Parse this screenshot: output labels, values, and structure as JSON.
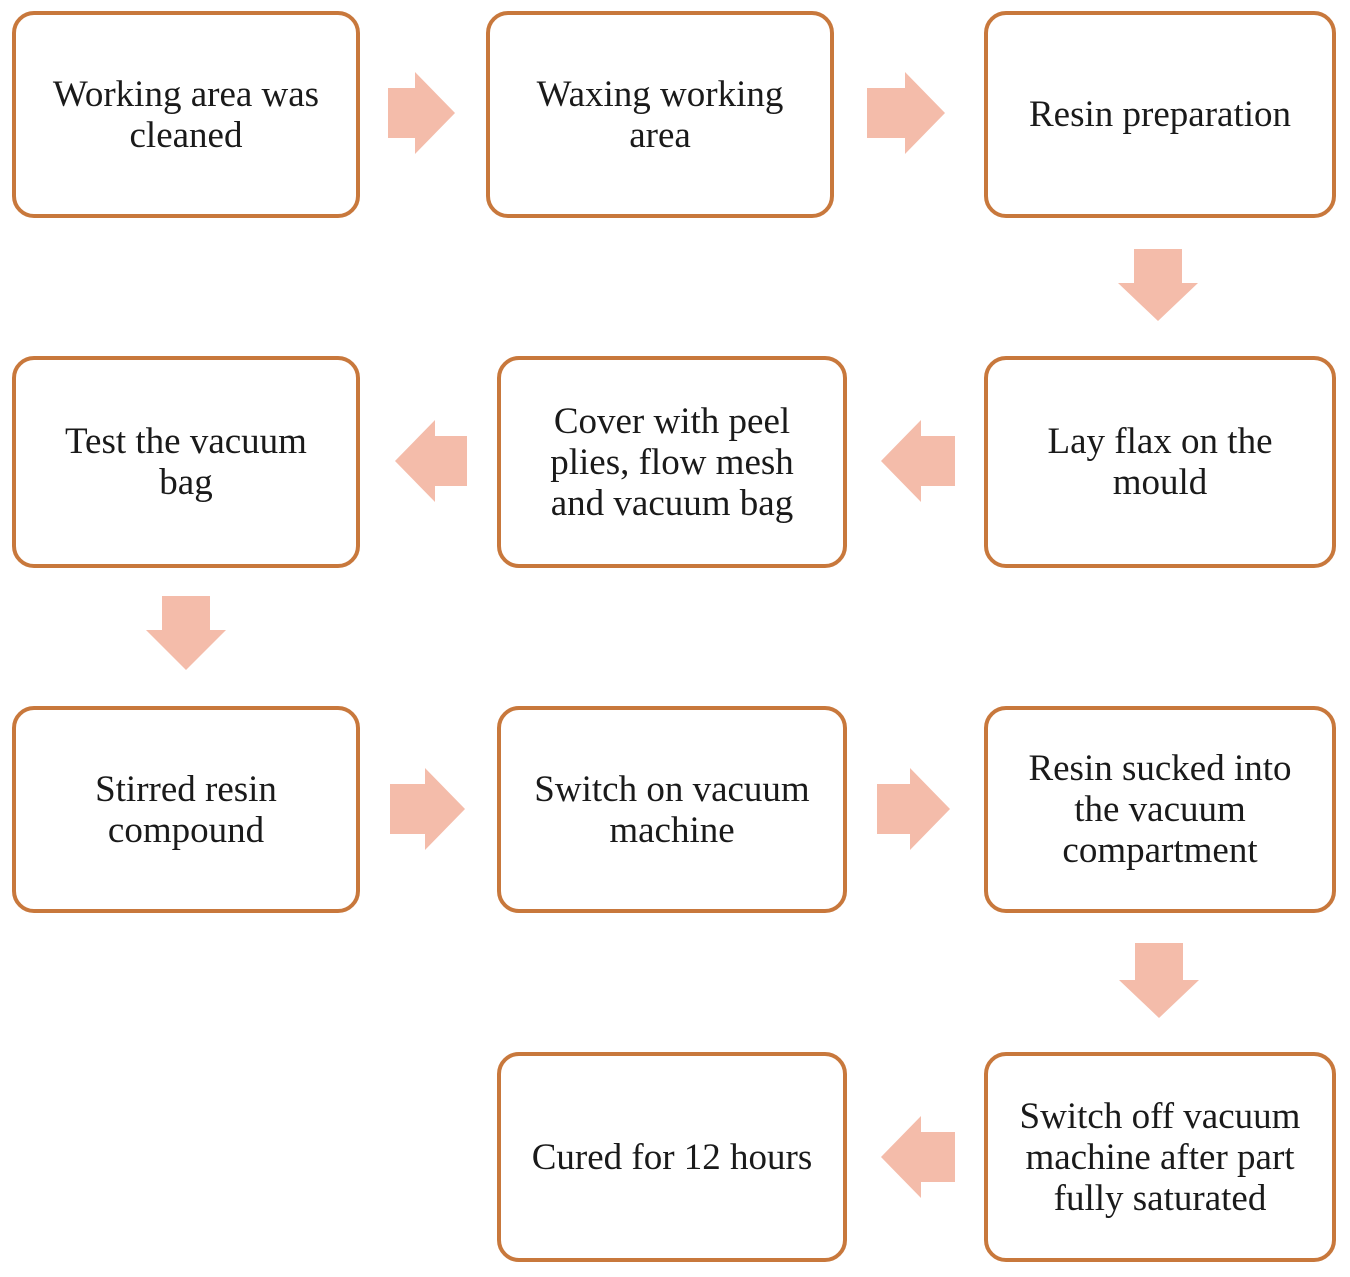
{
  "steps": [
    {
      "id": "clean",
      "label": "Working area  was cleaned"
    },
    {
      "id": "wax",
      "label": "Waxing working area"
    },
    {
      "id": "resin",
      "label": "Resin preparation"
    },
    {
      "id": "flax",
      "label": "Lay flax on the mould"
    },
    {
      "id": "cover",
      "label": "Cover with peel plies, flow mesh and vacuum bag"
    },
    {
      "id": "test",
      "label": "Test the vacuum bag"
    },
    {
      "id": "stir",
      "label": "Stirred resin compound"
    },
    {
      "id": "switchon",
      "label": "Switch on vacuum machine"
    },
    {
      "id": "suck",
      "label": "Resin sucked into the vacuum compartment"
    },
    {
      "id": "switchoff",
      "label": "Switch off vacuum machine after part fully saturated"
    },
    {
      "id": "cure",
      "label": "Cured for 12 hours"
    }
  ],
  "arrows": [
    {
      "from": "clean",
      "to": "wax",
      "direction": "right"
    },
    {
      "from": "wax",
      "to": "resin",
      "direction": "right"
    },
    {
      "from": "resin",
      "to": "flax",
      "direction": "down"
    },
    {
      "from": "flax",
      "to": "cover",
      "direction": "left"
    },
    {
      "from": "cover",
      "to": "test",
      "direction": "left"
    },
    {
      "from": "test",
      "to": "stir",
      "direction": "down"
    },
    {
      "from": "stir",
      "to": "switchon",
      "direction": "right"
    },
    {
      "from": "switchon",
      "to": "suck",
      "direction": "right"
    },
    {
      "from": "suck",
      "to": "switchoff",
      "direction": "down"
    },
    {
      "from": "switchoff",
      "to": "cure",
      "direction": "left"
    }
  ],
  "colors": {
    "box_border": "#c8783c",
    "arrow_fill": "#f4bcaa",
    "text": "#1a1a1a"
  }
}
